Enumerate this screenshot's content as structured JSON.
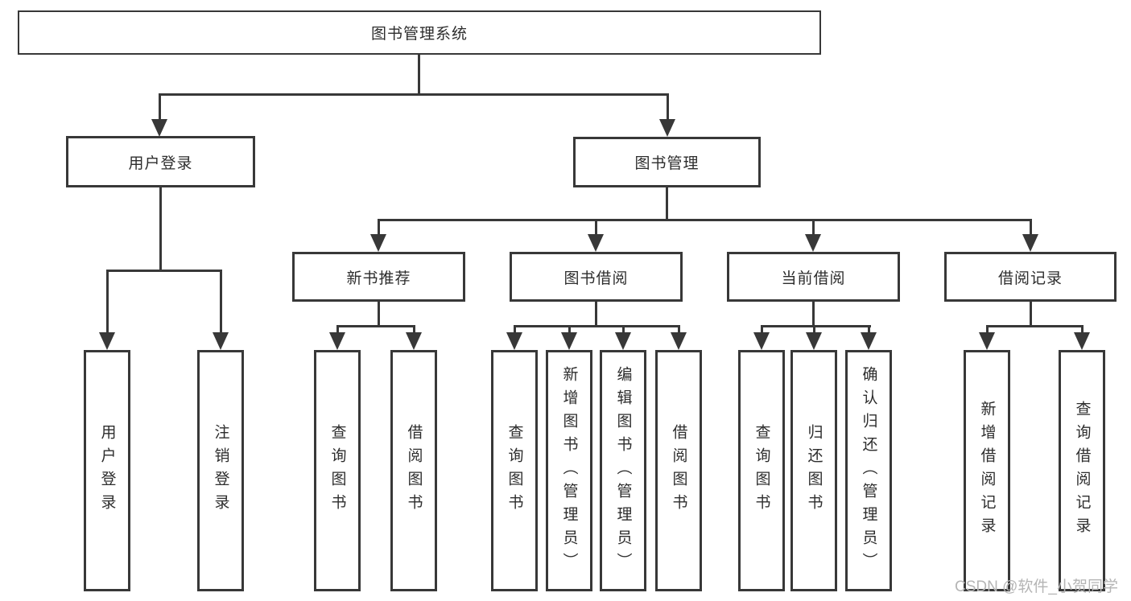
{
  "diagram": {
    "watermark": "CSDN @软件_小贺同学",
    "colors": {
      "line": "#383838",
      "text": "#2d2d2d",
      "box_background": "#ffffff",
      "watermark": "#b5b5b5"
    },
    "nodes": {
      "root": "图书管理系统",
      "user_login": "用户登录",
      "book_mgmt": "图书管理",
      "new_book_rec": "新书推荐",
      "book_borrow": "图书借阅",
      "current_borrow": "当前借阅",
      "borrow_records": "借阅记录",
      "ul_user_login": "用户登录",
      "ul_logout": "注销登录",
      "nb_query": "查询图书",
      "nb_borrow": "借阅图书",
      "bb_query": "查询图书",
      "bb_add": "新增图书（管理员）",
      "bb_edit": "编辑图书（管理员）",
      "bb_borrow": "借阅图书",
      "cb_query": "查询图书",
      "cb_return": "归还图书",
      "cb_confirm": "确认归还（管理员）",
      "br_add": "新增借阅记录",
      "br_query": "查询借阅记录"
    }
  }
}
